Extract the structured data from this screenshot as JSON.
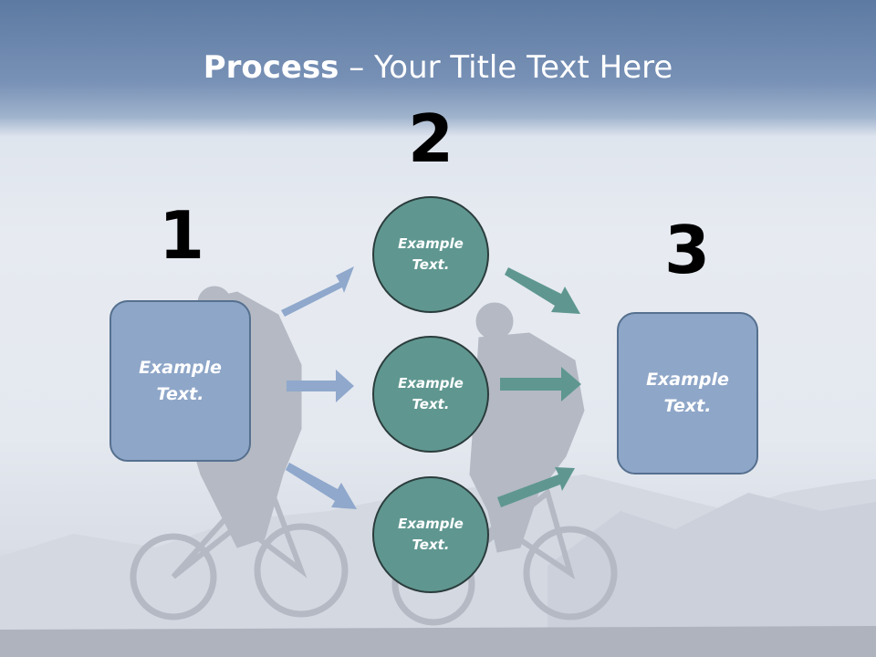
{
  "title": {
    "bold": "Process",
    "rest": " – Your Title Text Here"
  },
  "steps": {
    "one": "1",
    "two": "2",
    "three": "3"
  },
  "boxes": {
    "left": "Example\nText.",
    "right": "Example\nText."
  },
  "circles": {
    "top": "Example\nText.",
    "middle": "Example\nText.",
    "bottom": "Example\nText."
  },
  "colors": {
    "box_fill": "#8ea6c8",
    "circle_fill": "#5f9790",
    "left_arrows": "#8fa8cc",
    "right_arrows": "#5f9790"
  }
}
